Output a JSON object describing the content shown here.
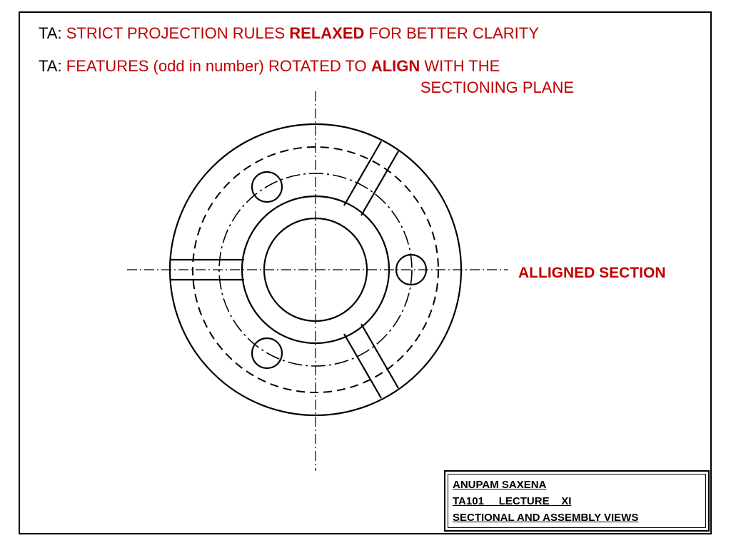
{
  "header": {
    "line1": {
      "prefix": "TA:",
      "part1": "STRICT PROJECTION RULES",
      "emphasis": "RELAXED",
      "part2": "FOR BETTER CLARITY"
    },
    "line2": {
      "prefix": "TA:",
      "part1": "FEATURES (odd in number) ROTATED TO",
      "emphasis": "ALIGN",
      "part2": "WITH THE",
      "continuation": "SECTIONING PLANE"
    }
  },
  "diagram": {
    "label": "ALLIGNED SECTION"
  },
  "title_block": {
    "author": "ANUPAM SAXENA",
    "course": "TA101     LECTURE    XI",
    "topic": "SECTIONAL AND ASSEMBLY VIEWS"
  },
  "colors": {
    "accent": "#c00000",
    "ink": "#000000",
    "background": "#ffffff"
  }
}
